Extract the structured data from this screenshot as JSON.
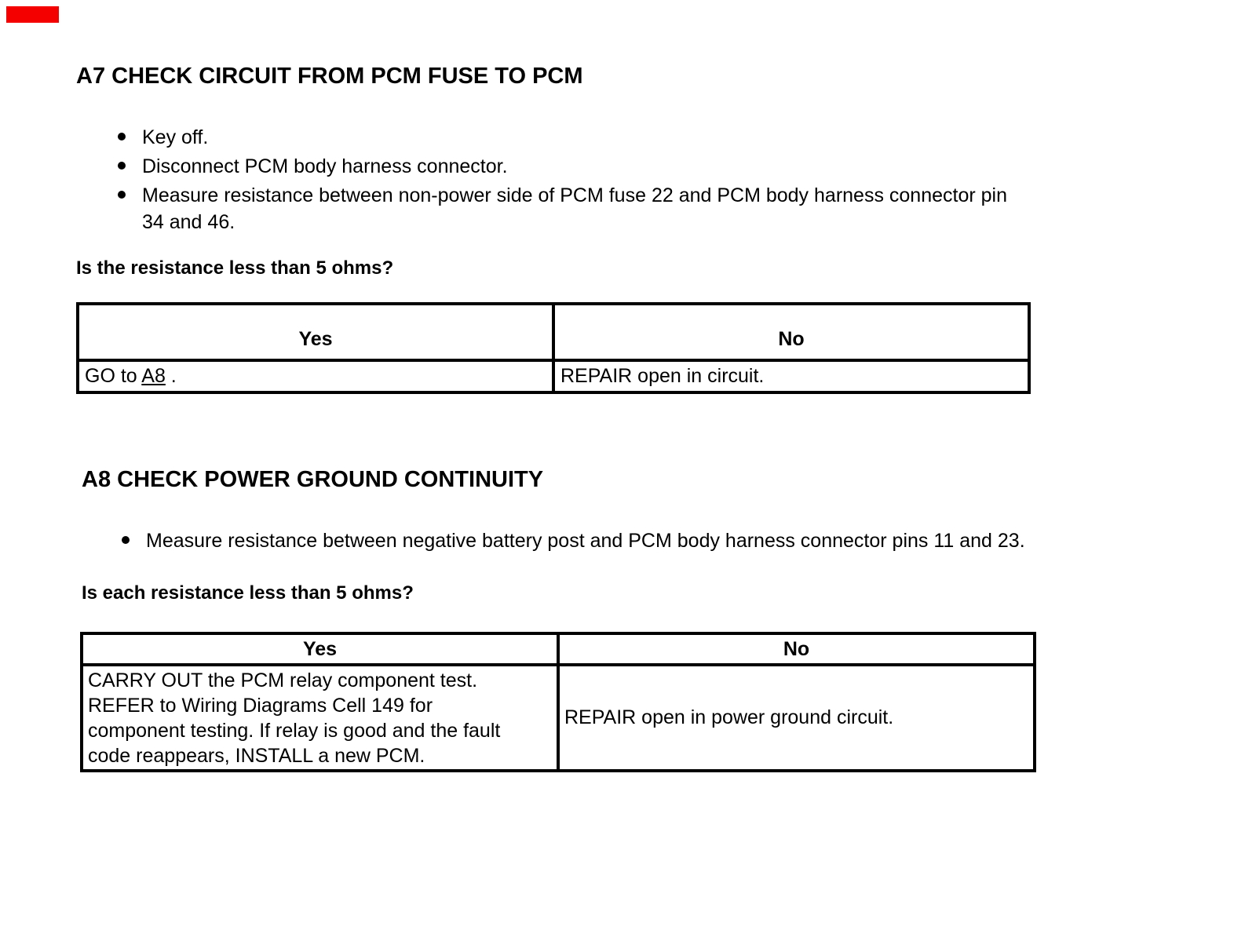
{
  "page": {
    "marker_color": "#f40000"
  },
  "section_a7": {
    "title": "A7 CHECK CIRCUIT FROM PCM FUSE TO PCM",
    "bullets": [
      "Key off.",
      "Disconnect PCM body harness connector.",
      "Measure resistance between non-power side of PCM fuse 22 and PCM body harness connector pin\n34 and 46."
    ],
    "question": "Is the resistance less than 5 ohms?",
    "table": {
      "headers": [
        "Yes",
        "No"
      ],
      "yes_prefix": "GO to ",
      "yes_link": "A8",
      "yes_suffix": " .",
      "no_action": "REPAIR open in circuit."
    }
  },
  "section_a8": {
    "title": "A8 CHECK POWER GROUND CONTINUITY",
    "bullets": [
      "Measure resistance between negative battery post and PCM body harness connector pins 11 and 23."
    ],
    "question": "Is each resistance less than 5 ohms?",
    "table": {
      "headers": [
        "Yes",
        "No"
      ],
      "yes_action": "CARRY OUT the PCM relay component test.\nREFER to Wiring Diagrams Cell 149 for\ncomponent testing. If relay is good and the fault\ncode reappears, INSTALL a new PCM.",
      "no_action": "REPAIR open in power ground circuit."
    }
  }
}
